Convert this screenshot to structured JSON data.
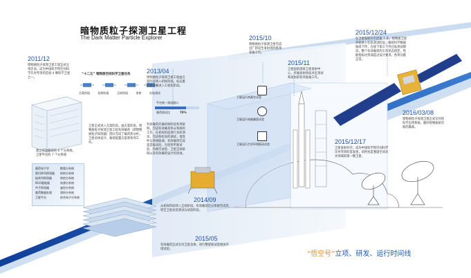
{
  "title_cn": "暗物质粒子探测卫星工程",
  "title_en": "The Dark Matter Particle Explorer",
  "milestones": [
    {
      "date": "2011/12",
      "text": "暗物质粒子探测卫星工程正式立项启动，成为中国科学院空间科学先导专项的首批 4 颗科学卫星之一。"
    },
    {
      "date": "2013/04",
      "text": "暗物质粒子探测卫星工程由方案阶段转入初样阶段。标志着卫星设备进入工程化阶段。"
    },
    {
      "date": "2014/09",
      "text": "从初样阶段转入正样阶段。有效载荷在分系统完成后转至卫星总装测试与试验阶段。"
    },
    {
      "date": "2015/05",
      "text": "有效载荷正式交付卫星总体，进行整星联试及相关环境试验。"
    },
    {
      "date": "2015/10",
      "text": "暗物质粒子探测卫星完成出厂转运至发射场的各项准备工作。"
    },
    {
      "date": "2015/11",
      "text": "卫星运抵酒泉卫星发射中心，开展发射场技术区测试和发射前各项准备工作。"
    },
    {
      "date": "2015/12/17",
      "text": "卫星发射升空，成为中国科学院空间科学先导专项的首发星，同时也是我国空间天文领域的第一颗卫星。"
    },
    {
      "date": "2015/12/24",
      "text": "在卫星发射升空后第 7 天，暗物质卫星开始进入在轨测试阶段，载荷科学数据陆续下传，在接下来三个月在轨测试期间，整个有效载荷的工作状态稳定，性能指标达到或超过设计要求，各项功能正常。"
    },
    {
      "date": "2016/03/08",
      "text": "暗物质粒子探测卫星正式交付给科学应用系统，翻开暗物质研究新的篇章。"
    }
  ],
  "blocks": {
    "task_title": "“十二五” 暗物质空间科学卫星任务",
    "sub_items": [
      "方案阶段",
      "初样阶段",
      "正样阶段",
      "发射",
      "在轨测试"
    ],
    "subsystems_title": "卫星正式进入方案阶段，由方案阶段，暗物质粒子探测卫星工程有效载荷（即暗物质粒子探测器）团队完成了载荷热分析。卫星总体设计、载荷配置方案等各项工作。",
    "subsystems_list": "建立有效载荷的 6 个分系统，卫星平台的 7 个分系统",
    "left_list": [
      "载荷电子学",
      "塑闪阵列探测器",
      "硅阵列探测器",
      "BGO量能器",
      "中子探测器",
      "载荷数据处理",
      "卫星平台"
    ],
    "left_list2": [
      "数管分系统",
      "结构分系统",
      "热控分系统",
      "电源分系统",
      "姿控分系统",
      "测控分系统",
      "综合电子分系统"
    ],
    "mid_text": "有效载荷开展初样阶段各项研制，完成有效载荷各分系统的工作，在初样阶段进行多轮测试，完成各阶段的调试，电性件与系统联调，有效载荷完成鉴定级试验，包括热平衡试验、热真空试验、卫星正样研制以及有效载荷设计的改进。",
    "chart_label_top": "平台统一测试接口",
    "chart_label_mid": "载荷测试比",
    "chart_value": "70%",
    "test_items": [
      "卫星运行热真空试验",
      "卫星运行电磁兼容试验",
      "卫星运行力学环境振动试验"
    ]
  },
  "footer": {
    "quote": "“悟空号”",
    "rest": "立项、研发、运行时间线"
  },
  "colors": {
    "date": "#1f4fa8",
    "band": "#1d4fa2",
    "accent": "#f08a1c"
  }
}
